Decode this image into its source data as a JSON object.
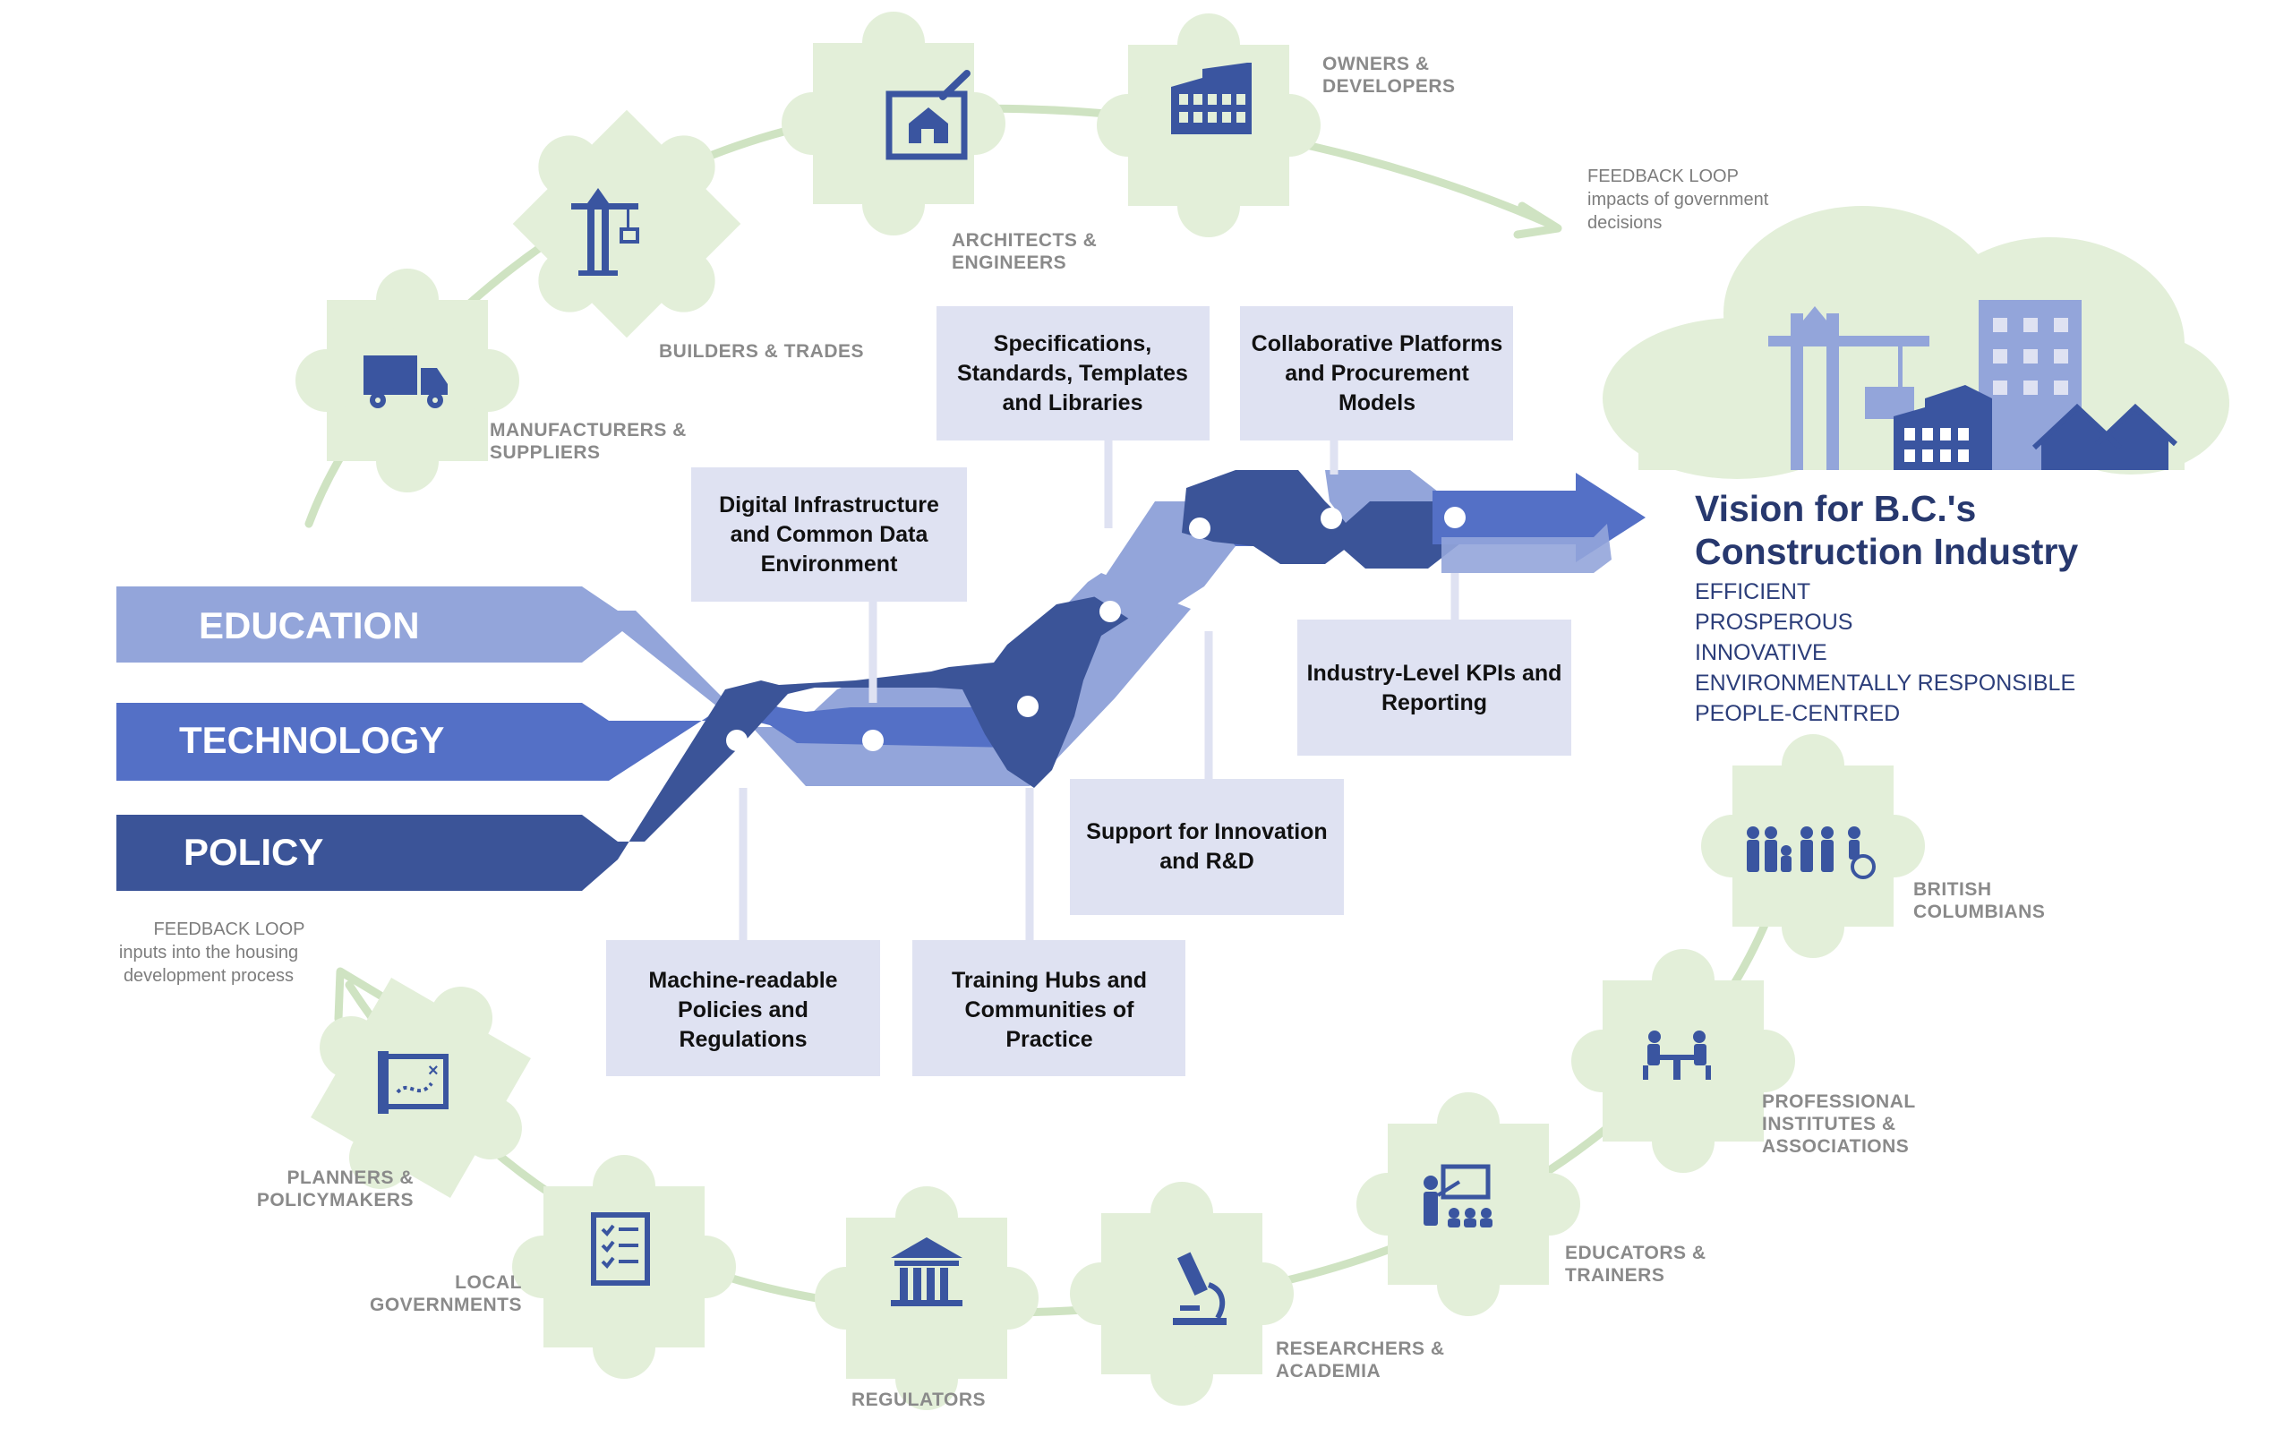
{
  "colors": {
    "puzzle": "#e3efd9",
    "arc": "#cfe3c2",
    "icon": "#3a55a0",
    "box": "#dfe2f2",
    "band_light": "#93a5da",
    "band_mid": "#5470c6",
    "band_dark": "#3b5498",
    "vision_text": "#27386e",
    "stakeholder_text": "#8a8a8a"
  },
  "bands": [
    {
      "label": "EDUCATION"
    },
    {
      "label": "TECHNOLOGY"
    },
    {
      "label": "POLICY"
    }
  ],
  "boxes": [
    {
      "lines": [
        "Digital Infrastructure",
        "and Common Data",
        "Environment"
      ]
    },
    {
      "lines": [
        "Specifications,",
        "Standards, Templates",
        "and Libraries"
      ]
    },
    {
      "lines": [
        "Collaborative Platforms",
        "and Procurement",
        "Models"
      ]
    },
    {
      "lines": [
        "Industry-Level KPIs and",
        "Reporting"
      ]
    },
    {
      "lines": [
        "Support for Innovation",
        "and R&D"
      ]
    },
    {
      "lines": [
        "Training Hubs and",
        "Communities of",
        "Practice"
      ]
    },
    {
      "lines": [
        "Machine-readable",
        "Policies and",
        "Regulations"
      ]
    }
  ],
  "vision": {
    "title_lines": [
      "Vision for B.C.'s",
      "Construction Industry"
    ],
    "items": [
      "EFFICIENT",
      "PROSPEROUS",
      "INNOVATIVE",
      "ENVIRONMENTALLY RESPONSIBLE",
      "PEOPLE-CENTRED"
    ]
  },
  "stakeholders": [
    {
      "icon": "blueprint-house-icon",
      "lines": [
        "ARCHITECTS &",
        "ENGINEERS"
      ]
    },
    {
      "icon": "factory-icon",
      "lines": [
        "OWNERS &",
        "DEVELOPERS"
      ]
    },
    {
      "icon": "tower-crane-icon",
      "lines": [
        "BUILDERS & TRADES"
      ]
    },
    {
      "icon": "truck-icon",
      "lines": [
        "MANUFACTURERS &",
        "SUPPLIERS"
      ]
    },
    {
      "icon": "family-icon",
      "lines": [
        "BRITISH",
        "COLUMBIANS"
      ]
    },
    {
      "icon": "meeting-table-icon",
      "lines": [
        "PROFESSIONAL",
        "INSTITUTES &",
        "ASSOCIATIONS"
      ]
    },
    {
      "icon": "teacher-icon",
      "lines": [
        "EDUCATORS &",
        "TRAINERS"
      ]
    },
    {
      "icon": "microscope-icon",
      "lines": [
        "RESEARCHERS &",
        "ACADEMIA"
      ]
    },
    {
      "icon": "government-building-icon",
      "lines": [
        "REGULATORS"
      ]
    },
    {
      "icon": "checklist-icon",
      "lines": [
        "LOCAL",
        "GOVERNMENTS"
      ]
    },
    {
      "icon": "map-icon",
      "lines": [
        "PLANNERS &",
        "POLICYMAKERS"
      ]
    }
  ],
  "feedback": [
    {
      "lines": [
        "FEEDBACK LOOP",
        "impacts of government",
        "decisions"
      ]
    },
    {
      "lines": [
        "FEEDBACK LOOP",
        "inputs into the housing",
        "development process"
      ]
    }
  ]
}
